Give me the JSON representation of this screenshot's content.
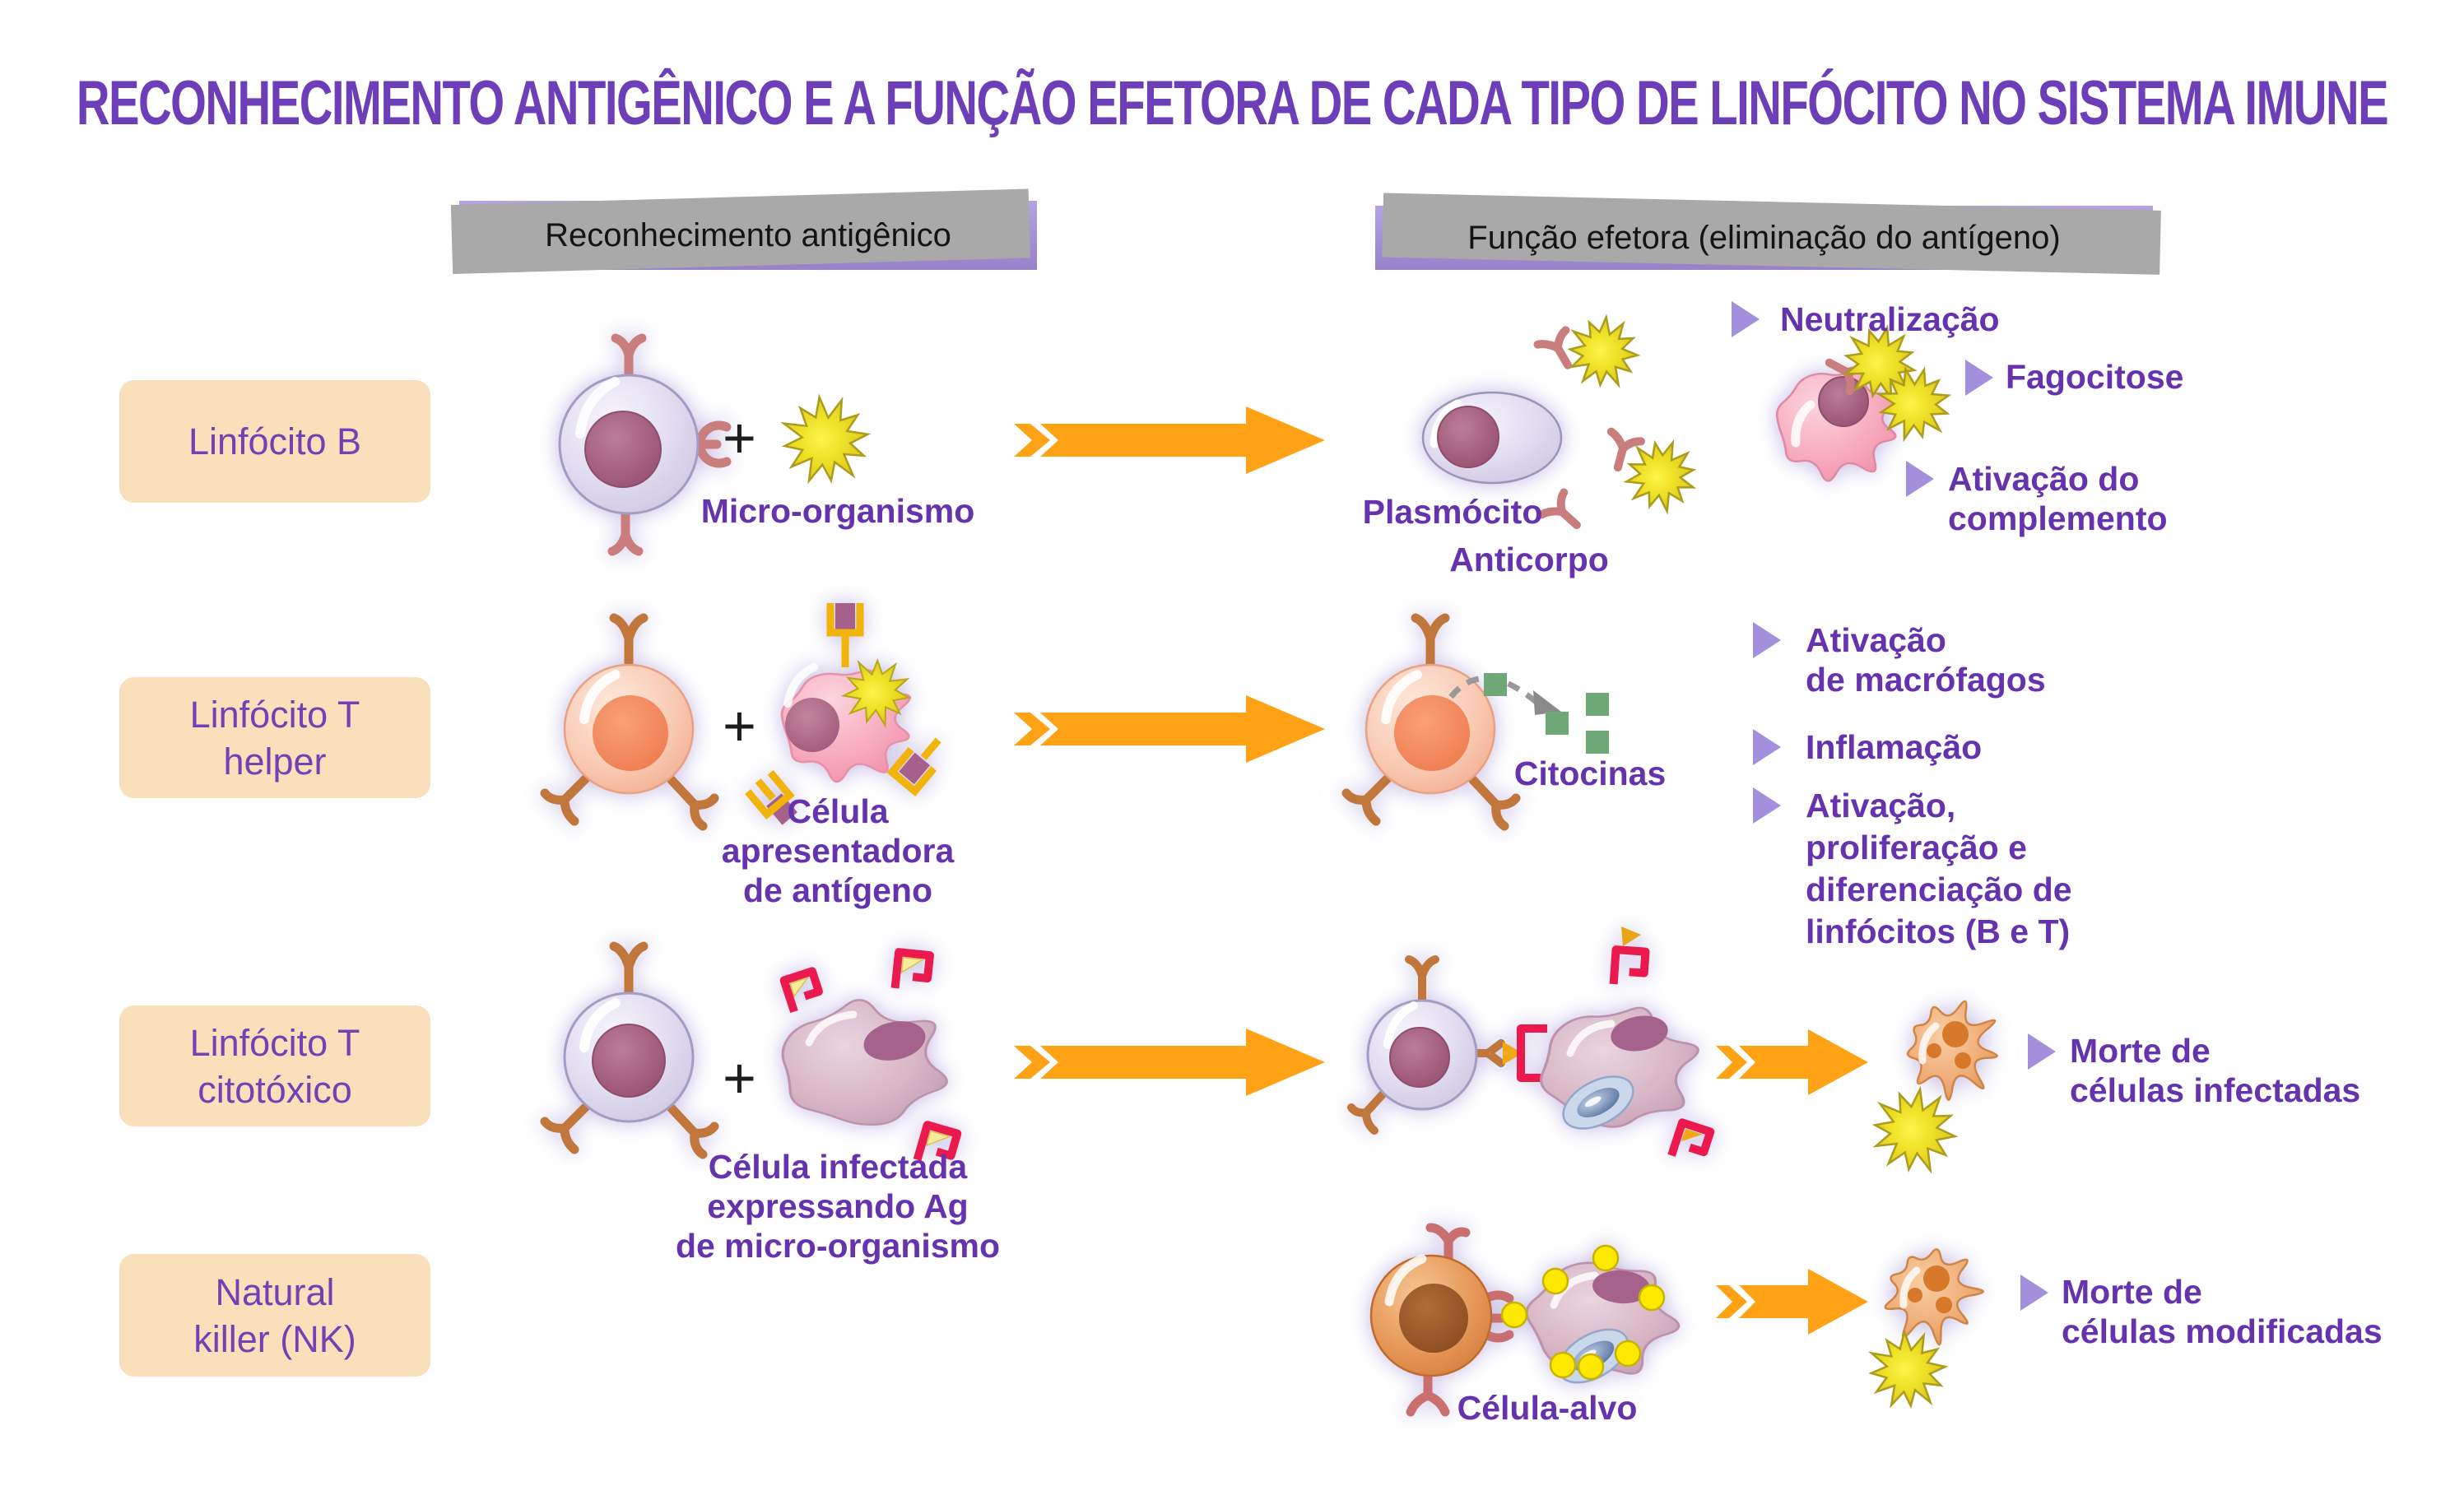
{
  "title": "RECONHECIMENTO ANTIGÊNICO E A FUNÇÃO EFETORA DE CADA TIPO DE LINFÓCITO NO SISTEMA IMUNE",
  "columns": {
    "recognition": "Reconhecimento antigênico",
    "effector": "Função efetora (eliminação do antígeno)"
  },
  "lymphocytes": {
    "b": {
      "lines": [
        "Linfócito B"
      ]
    },
    "t_helper": {
      "lines": [
        "Linfócito T",
        "helper"
      ]
    },
    "t_cytotoxic": {
      "lines": [
        "Linfócito T",
        "citotóxico"
      ]
    },
    "nk": {
      "lines": [
        "Natural",
        "killer (NK)"
      ]
    }
  },
  "row_b": {
    "plus": "+",
    "microorganism": "Micro-organismo",
    "plasmocyte": "Plasmócito",
    "antibody": "Anticorpo",
    "bullet_neutralization": "Neutralização",
    "bullet_phagocytosis": "Fagocitose",
    "bullet_complement": {
      "lines": [
        "Ativação do",
        "complemento"
      ]
    }
  },
  "row_t_helper": {
    "plus": "+",
    "apc": {
      "lines": [
        "Célula",
        "apresentadora",
        "de antígeno"
      ]
    },
    "cytokines": "Citocinas",
    "bullet_macrophages": {
      "lines": [
        "Ativação",
        "de macrófagos"
      ]
    },
    "bullet_inflammation": "Inflamação",
    "bullet_activation": {
      "lines": [
        "Ativação,",
        "proliferação e",
        "diferenciação de",
        "linfócitos (B e T)"
      ]
    }
  },
  "row_t_cytotoxic": {
    "plus": "+",
    "infected_cell": {
      "lines": [
        "Célula infectada",
        "expressando Ag",
        "de micro-organismo"
      ]
    },
    "bullet_death": {
      "lines": [
        "Morte de",
        "células infectadas"
      ]
    }
  },
  "row_nk": {
    "target_cell": "Célula-alvo",
    "bullet_death": {
      "lines": [
        "Morte de",
        "células modificadas"
      ]
    }
  },
  "colors": {
    "title_text": "#6C3FB9",
    "label_text": "#6633AE",
    "header_fill": "#A391D4",
    "header_text": "#141414",
    "row_label_fill": "#F9DFBA",
    "row_label_text": "#7340B5",
    "flow_arrow": "#FFA215",
    "bullet_triangle": "#A290DC",
    "cytokine_green": "#6FA877",
    "star_yellow": "#E8D41F",
    "receptor_salmon": "#C97D7D",
    "receptor_brown": "#C1763C",
    "receptor_red": "#EA1A4E",
    "mhc_gold": "#F1B40A"
  },
  "icons": {
    "flow_arrow": "notched-right-arrow",
    "bullet": "right-pointing-triangle",
    "microorganism": "star-burst",
    "cytokine": "green-square",
    "antibody": "y-antibody"
  }
}
